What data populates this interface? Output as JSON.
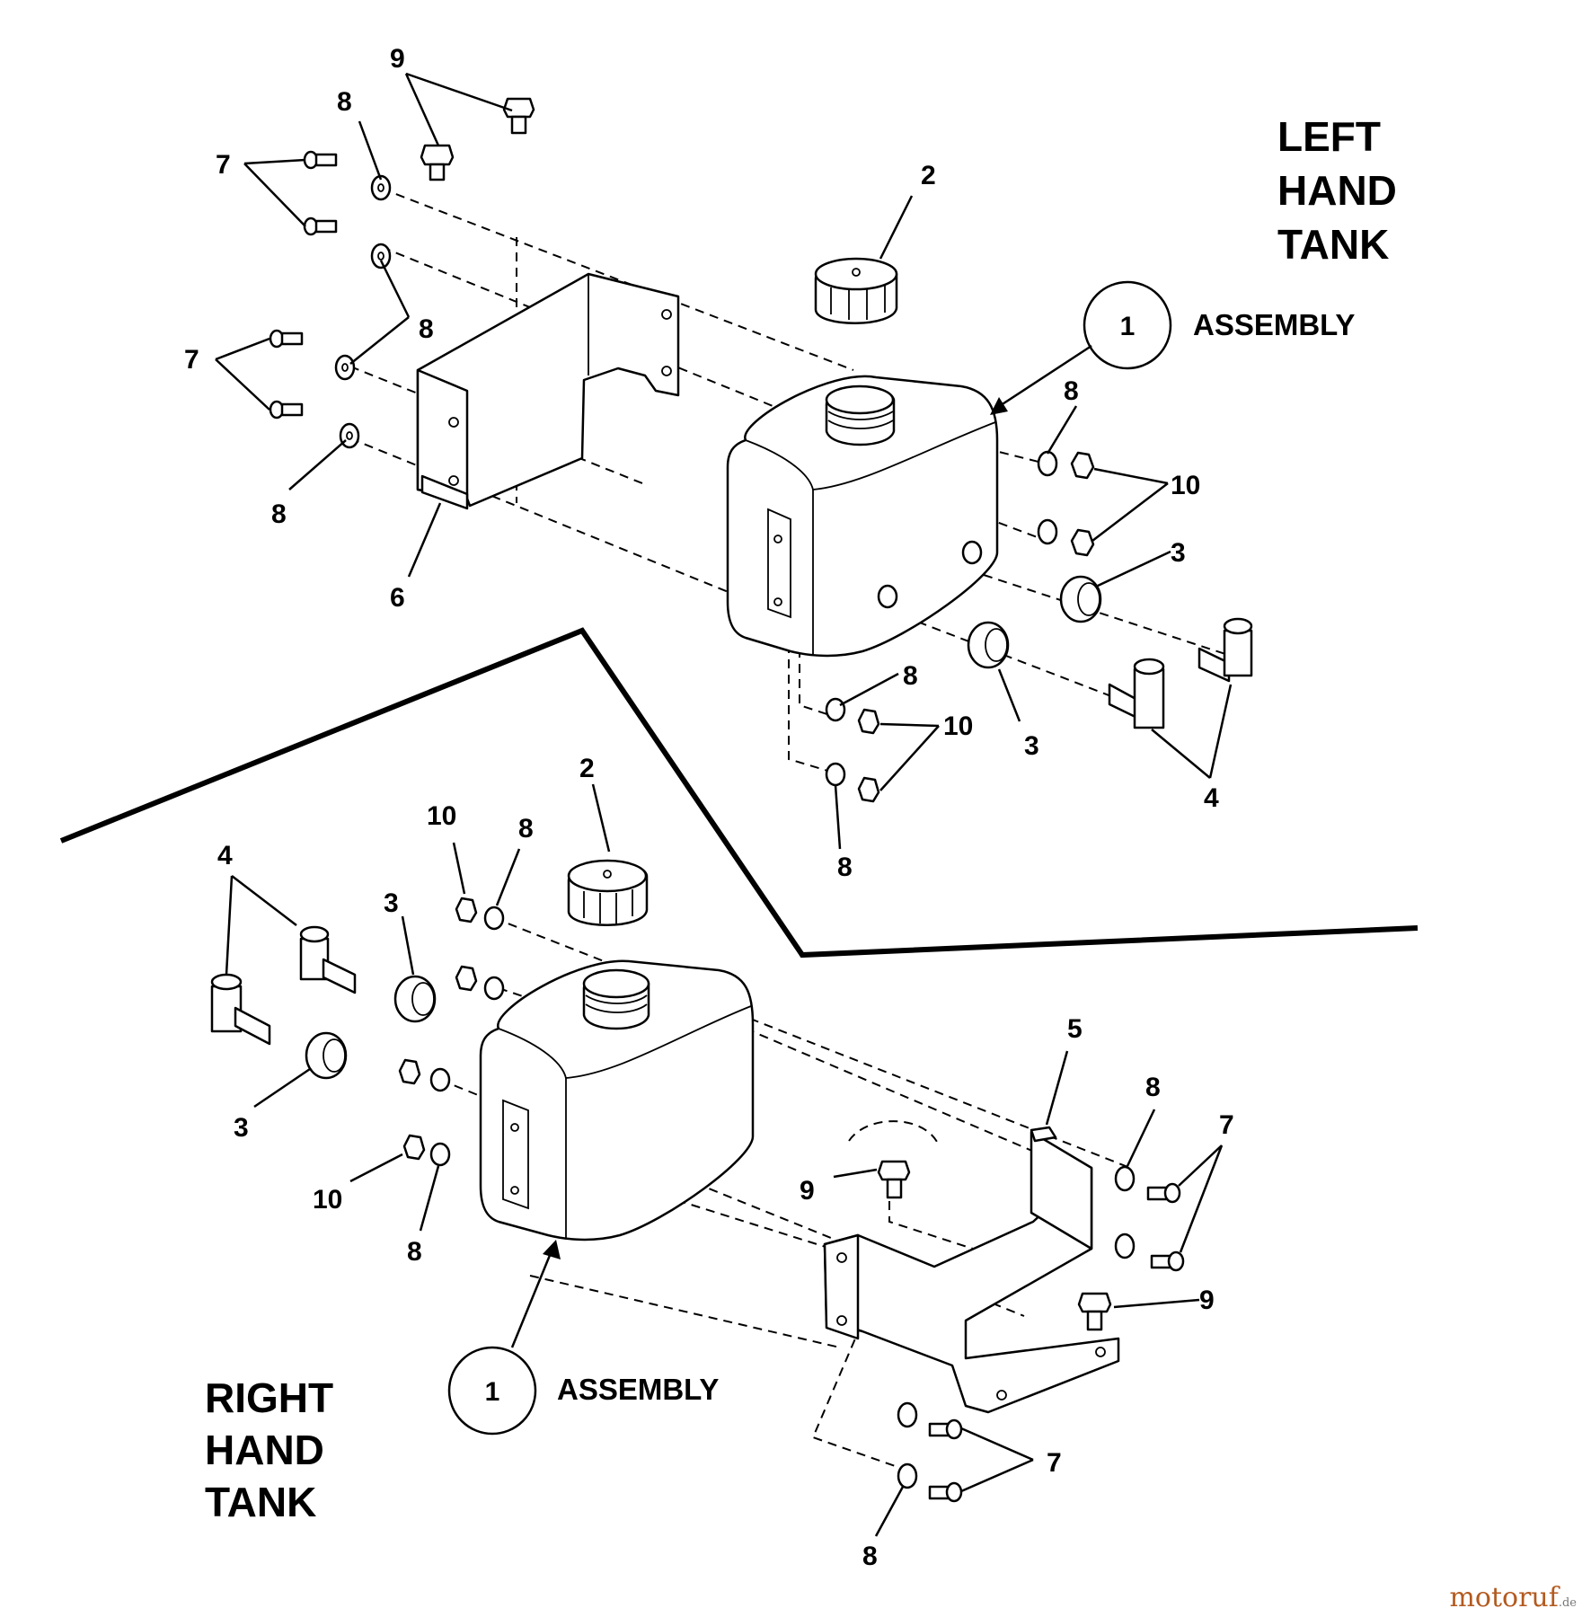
{
  "left_tank": {
    "heading_lines": [
      "LEFT",
      "HAND",
      "TANK"
    ],
    "assembly": {
      "number": "1",
      "label": "ASSEMBLY"
    },
    "callouts": [
      "9",
      "8",
      "7",
      "2",
      "8",
      "7",
      "8",
      "6",
      "8",
      "10",
      "3",
      "8",
      "10",
      "3",
      "4",
      "8"
    ]
  },
  "right_tank": {
    "heading_lines": [
      "RIGHT",
      "HAND",
      "TANK"
    ],
    "assembly": {
      "number": "1",
      "label": "ASSEMBLY"
    },
    "callouts": [
      "2",
      "10",
      "8",
      "4",
      "3",
      "3",
      "10",
      "8",
      "5",
      "8",
      "7",
      "9",
      "9",
      "7",
      "8"
    ]
  },
  "watermark": {
    "brand": "motoruf",
    "tld": ".de",
    "color": "#b35a1f"
  }
}
